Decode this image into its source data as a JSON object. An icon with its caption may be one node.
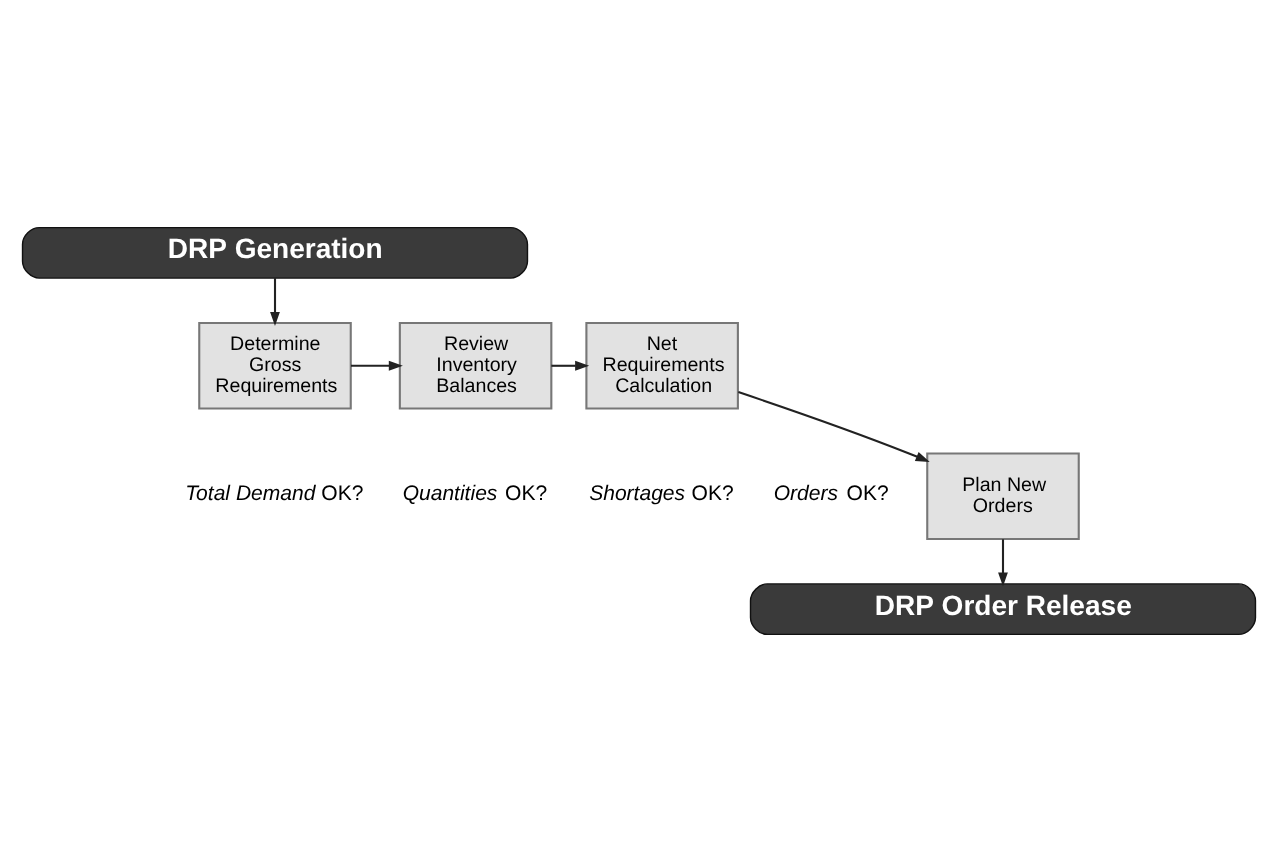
{
  "diagram": {
    "nodes": [
      {
        "text": [
          "DRP Generation"
        ]
      },
      {
        "text": [
          "Determine Gross Requirements"
        ],
        "beside": [
          "*Total Demand* OK?"
        ]
      },
      {
        "text": [
          "Review Inventory Balances"
        ],
        "beside": [
          "*Quantities* OK?"
        ]
      },
      {
        "text": [
          "Net Requirements Calculation"
        ],
        "beside": [
          "*Shortages* OK?"
        ]
      },
      {
        "text": [
          "Plan New Orders"
        ],
        "beside": [
          "*Orders* OK?"
        ]
      },
      {
        "text": [
          "DRP Order Release"
        ]
      }
    ],
    "edges": [
      {
        "from": 0,
        "to": 1,
        "arrow": "to"
      },
      {
        "from": 1,
        "to": 2,
        "arrow": "to"
      },
      {
        "from": 2,
        "to": 3,
        "arrow": "to"
      },
      {
        "from": 3,
        "to": 4,
        "arrow": "to"
      },
      {
        "from": 4,
        "to": 5,
        "arrow": "to"
      }
    ]
  }
}
